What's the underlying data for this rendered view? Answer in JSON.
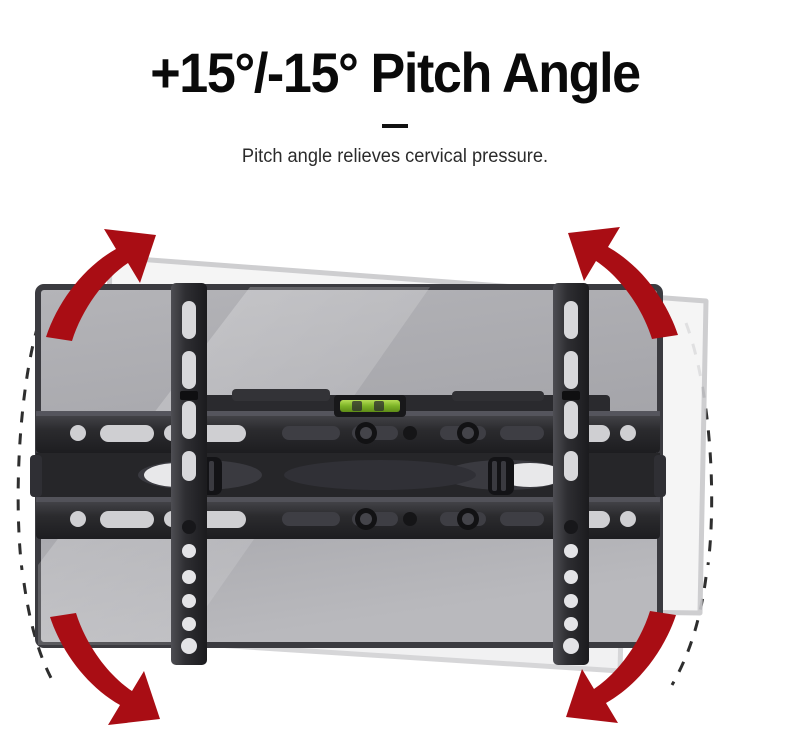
{
  "header": {
    "title": "+15°/-15° Pitch Angle",
    "subtitle": "Pitch angle relieves cervical pressure."
  },
  "illustration": {
    "alt_label": "TV wall mount bracket shown tilting up and down",
    "colors": {
      "arrow_red": "#a90d14",
      "arrow_red_dark": "#8c0a10",
      "panel_fill": "#a9a9ad",
      "panel_border": "#3b3b40",
      "ghost_fill": "#ececed",
      "ghost_border": "#c9c9cc",
      "bracket_dark": "#252528",
      "bracket_mid": "#3a3a3e",
      "bracket_light": "#55555a",
      "level_green": "#8cc63f",
      "dash_stroke": "#1c1c1c",
      "background": "#ffffff"
    },
    "parts": {
      "tv_panel": "tv-panel",
      "ghost_panel_up": "ghost-panel-tilt-up",
      "ghost_panel_down": "ghost-panel-tilt-down",
      "rail": "mount-horizontal-rail",
      "left_arm": "mount-vertical-arm-left",
      "right_arm": "mount-vertical-arm-right",
      "bubble_level": "bubble-level",
      "tilt_knob_left": "tilt-knob-left",
      "tilt_knob_right": "tilt-knob-right"
    },
    "arrows": [
      {
        "name": "arrow-top-left",
        "direction": "up-right"
      },
      {
        "name": "arrow-top-right",
        "direction": "up-left"
      },
      {
        "name": "arrow-bottom-left",
        "direction": "down-right"
      },
      {
        "name": "arrow-bottom-right",
        "direction": "down-left"
      }
    ],
    "arcs": [
      {
        "name": "rotation-arc-left"
      },
      {
        "name": "rotation-arc-right"
      }
    ]
  }
}
